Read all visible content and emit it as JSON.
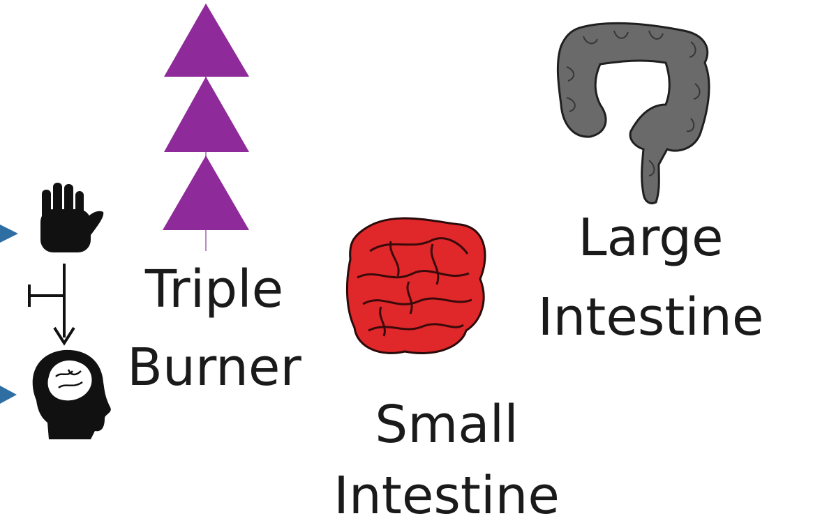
{
  "labels": {
    "triple_burner": [
      "Triple",
      "Burner"
    ],
    "small_intestine": [
      "Small",
      "Intestine"
    ],
    "large_intestine": [
      "Large",
      "Intestine"
    ]
  },
  "icons": {
    "triangle_stack": "triangle-stack-icon",
    "hand": "hand-icon",
    "head_brain": "head-brain-icon",
    "small_intestine": "small-intestine-icon",
    "large_intestine": "large-intestine-icon"
  },
  "colors": {
    "triangle_purple": "#8e2a99",
    "small_intestine_red": "#e0272a",
    "large_intestine_gray": "#6a6a6a",
    "arrow_blue": "#2f6ea3",
    "ink": "#111111"
  }
}
